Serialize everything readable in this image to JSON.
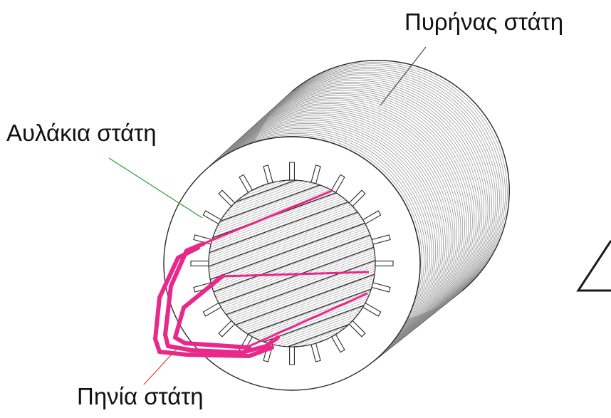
{
  "labels": {
    "stator_core": "Πυρήνας στάτη",
    "stator_slots": "Αυλάκια στάτη",
    "stator_coil": "Πηνία στάτη"
  },
  "colors": {
    "outline": "#2a2a2a",
    "coil": "#e8288a",
    "leader_core": "#555555",
    "leader_slots": "#2f9a3a",
    "leader_coil": "#e04040"
  },
  "diagram": {
    "slot_count": 24
  }
}
